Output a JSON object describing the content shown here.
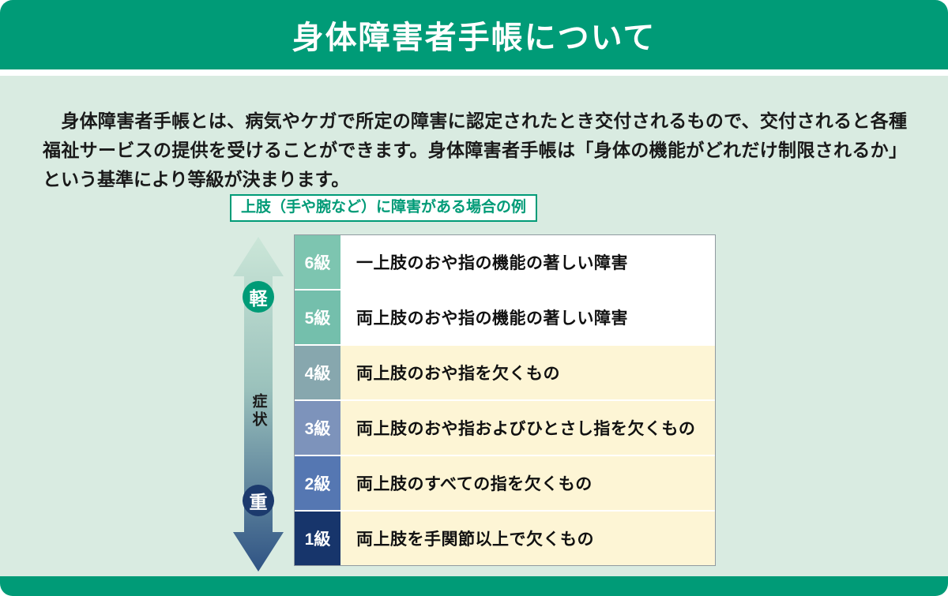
{
  "colors": {
    "accent_teal": "#009b77",
    "body_background": "#d9ebe1",
    "severe_navy": "#1c3a6d",
    "cream_row": "#fdf5d5",
    "white_row": "#ffffff",
    "arrow_gradient_top": "#cbe6d8",
    "arrow_gradient_mid": "#9bc2bc",
    "arrow_gradient_bottom": "#2f5384"
  },
  "header": {
    "title": "身体障害者手帳について"
  },
  "intro": {
    "text": "　身体障害者手帳とは、病気やケガで所定の障害に認定されたとき交付されるもので、交付されると各種福祉サービスの提供を受けることができます。身体障害者手帳は「身体の機能がどれだけ制限されるか」という基準により等級が決まります。"
  },
  "example_label": "上肢（手や腕など）に障害がある場合の例",
  "scale": {
    "mild_label": "軽",
    "severe_label": "重",
    "axis_label": "症状"
  },
  "table": {
    "rows": [
      {
        "grade": "6級",
        "desc": "一上肢のおや指の機能の著しい障害",
        "grade_bg": "#7dc5b0",
        "row_bg": "#ffffff"
      },
      {
        "grade": "5級",
        "desc": "両上肢のおや指の機能の著しい障害",
        "grade_bg": "#74bfac",
        "row_bg": "#ffffff"
      },
      {
        "grade": "4級",
        "desc": "両上肢のおや指を欠くもの",
        "grade_bg": "#87a7ae",
        "row_bg": "#fdf5d5"
      },
      {
        "grade": "3級",
        "desc": "両上肢のおや指およびひとさし指を欠くもの",
        "grade_bg": "#7d93bb",
        "row_bg": "#fdf5d5"
      },
      {
        "grade": "2級",
        "desc": "両上肢のすべての指を欠くもの",
        "grade_bg": "#5577b2",
        "row_bg": "#fdf5d5"
      },
      {
        "grade": "1級",
        "desc": "両上肢を手関節以上で欠くもの",
        "grade_bg": "#17356b",
        "row_bg": "#fdf5d5"
      }
    ]
  }
}
